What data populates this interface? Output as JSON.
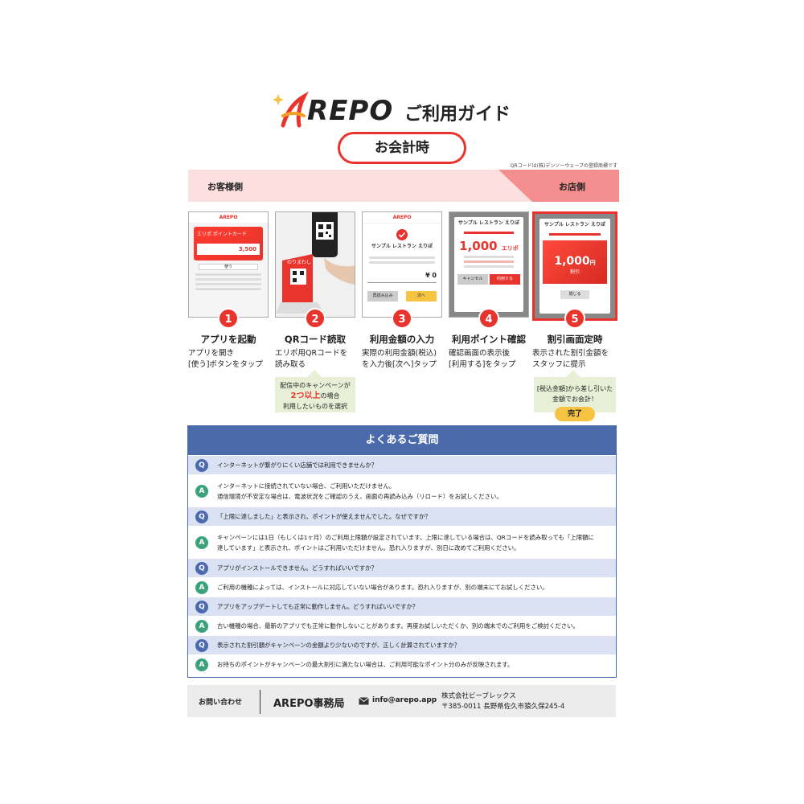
{
  "header": {
    "logo_text": "REPO",
    "guide_title": "ご利用ガイド",
    "section_title": "お会計時",
    "qr_note": "QRコードは(株)デンソーウェーブの登録商標です"
  },
  "band": {
    "customer_label": "お客様側",
    "store_label": "お店側"
  },
  "steps": [
    {
      "num": "1",
      "title": "アプリを起動",
      "desc1": "アプリを開き",
      "desc2": "[使う]ボタンをタップ"
    },
    {
      "num": "2",
      "title": "QRコード読取",
      "desc1": "エリポ用QRコードを",
      "desc2": "読み取る"
    },
    {
      "num": "3",
      "title": "利用金額の入力",
      "desc1": "実際の利用金額(税込)",
      "desc2": "を入力後[次へ]タップ"
    },
    {
      "num": "4",
      "title": "利用ポイント確認",
      "desc1": "確認画面の表示後",
      "desc2": "[利用する]をタップ"
    },
    {
      "num": "5",
      "title": "割引画面定時",
      "desc1": "表示された割引金額を",
      "desc2": "スタッフに提示"
    }
  ],
  "screens": {
    "s1_card": "エリポ ポイントカード",
    "s1_points": "3,500",
    "s1_use": "使う",
    "s3_shop": "サンプル レストラン えりぽ",
    "s3_amount": "¥ 0",
    "s3_back": "再読み込み",
    "s3_next": "次へ",
    "s4_shop": "サンプル レストラン えりぽ",
    "s4_points": "1,000",
    "s4_unit": "エリポ",
    "s4_cancel": "キャンセル",
    "s4_use": "利用する",
    "s5_shop": "サンプル レストラン えりぽ",
    "s5_amount": "1,000",
    "s5_unit": "円",
    "s5_discount": "割引",
    "s5_close": "閉じる",
    "s2_stand": "のりまわし"
  },
  "callout_qr": {
    "line1": "配信中のキャンペーンが",
    "highlight": "2つ以上",
    "line2": "の場合",
    "line3": "利用したいものを選択"
  },
  "callout_done": {
    "line1": "[税込金額]から差し引いた",
    "line2": "金額でお会計！",
    "button": "完了"
  },
  "faq": {
    "title": "よくあるご質問",
    "items": [
      {
        "type": "Q",
        "lines": [
          "インターネットが繋がりにくい店舗では利用できませんか？"
        ]
      },
      {
        "type": "A",
        "lines": [
          "インターネットに接続されていない場合、ご利用いただけません。",
          "通信環境が不安定な場合は、電波状況をご確認のうえ、画面の再読み込み（リロード）をお試しください。"
        ]
      },
      {
        "type": "Q",
        "lines": [
          "「上限に達しました」と表示され、ポイントが使えませんでした。なぜですか？"
        ]
      },
      {
        "type": "A",
        "lines": [
          "キャンペーンには1日（もしくは1ヶ月）のご利用上限額が設定されています。上限に達している場合は、QRコードを読み取っても「上限額に",
          "達しています」と表示され、ポイントはご利用いただけません。恐れ入りますが、別日に改めてご利用ください。"
        ]
      },
      {
        "type": "Q",
        "lines": [
          "アプリがインストールできません。どうすればいいですか？"
        ]
      },
      {
        "type": "A",
        "lines": [
          "ご利用の機種によっては、インストールに対応していない場合があります。恐れ入りますが、別の端末にてお試しください。"
        ]
      },
      {
        "type": "Q",
        "lines": [
          "アプリをアップデートしても正常に動作しません。どうすればいいですか？"
        ]
      },
      {
        "type": "A",
        "lines": [
          "古い機種の場合、最新のアプリでも正常に動作しないことがあります。再度お試しいただくか、別の端末でのご利用をご検討ください。"
        ]
      },
      {
        "type": "Q",
        "lines": [
          "表示された割引額がキャンペーンの金額より少ないのですが、正しく計算されていますか？"
        ]
      },
      {
        "type": "A",
        "lines": [
          "お持ちのポイントがキャンペーンの最大割引に満たない場合は、ご利用可能なポイント分のみが反映されます。"
        ]
      }
    ]
  },
  "footer": {
    "contact_label": "お問い合わせ",
    "office": "AREPO事務局",
    "email": "info@arepo.app",
    "company": "株式会社ビーブレックス",
    "address": "〒385-0011 長野県佐久市猿久保245-4"
  },
  "colors": {
    "brand_red": "#e8342c",
    "faq_blue": "#4a6aab",
    "answer_green": "#3aa37c",
    "accent_yellow": "#f6c343"
  }
}
